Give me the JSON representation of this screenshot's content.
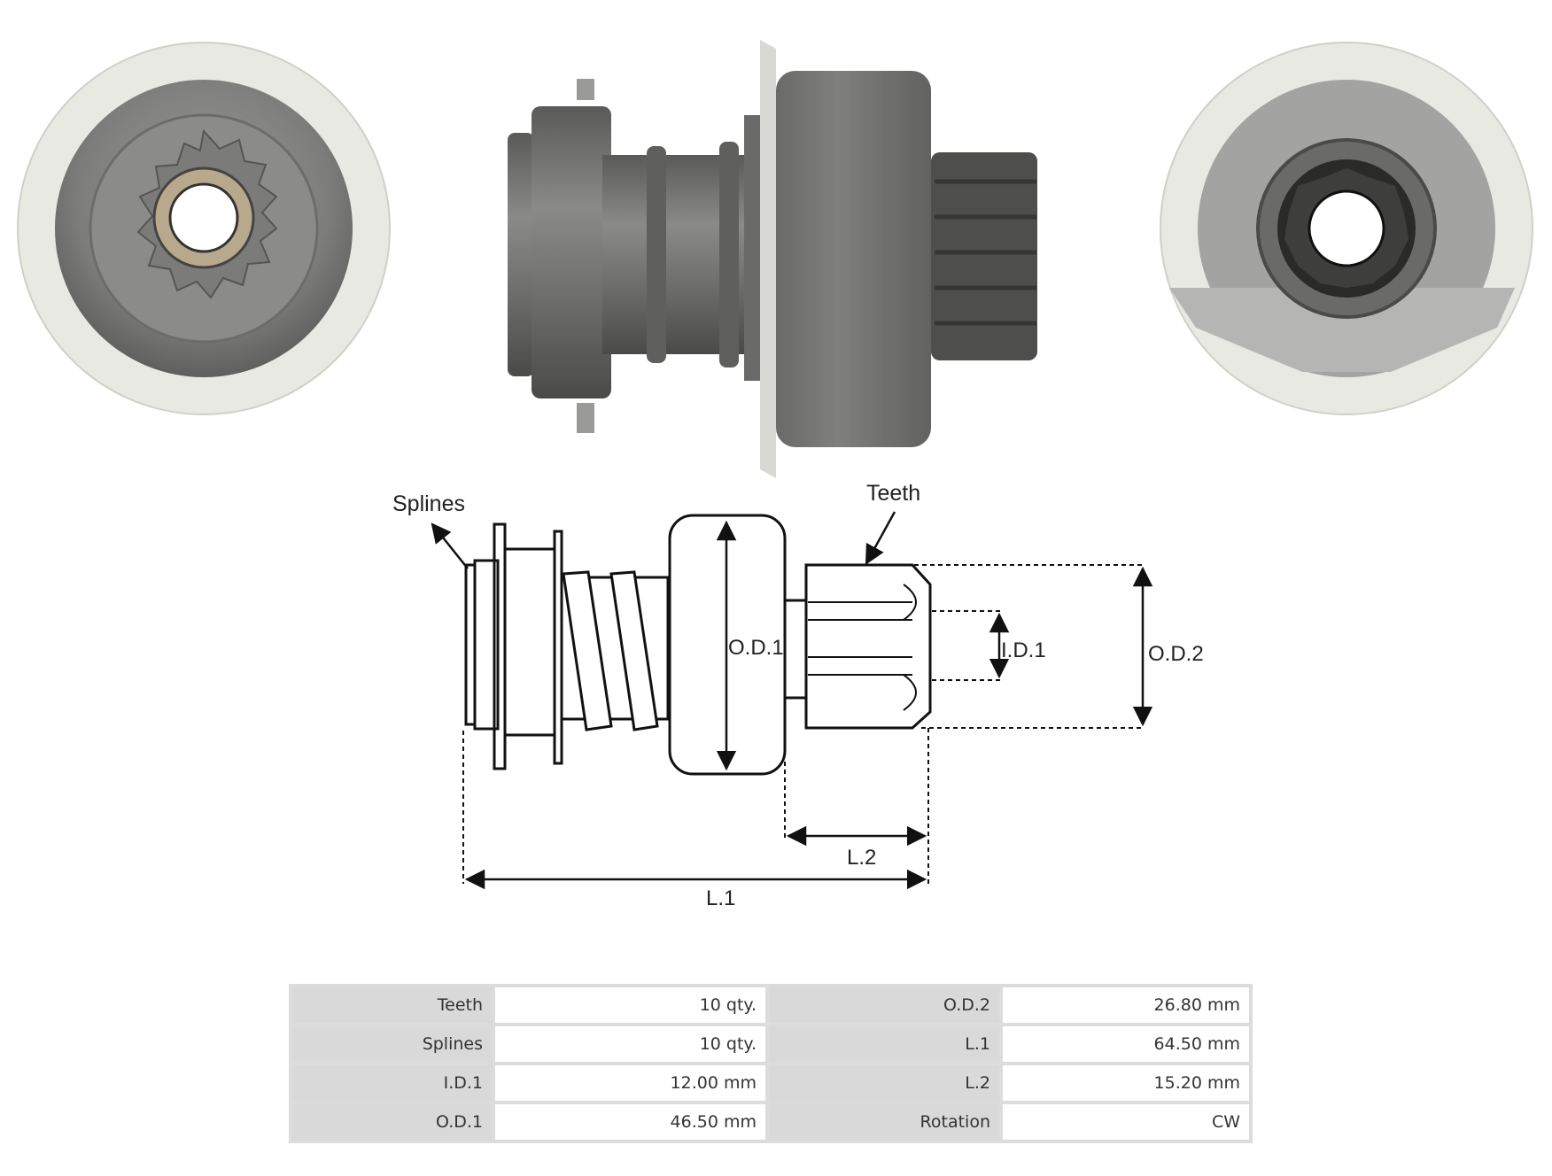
{
  "diagram": {
    "callouts": {
      "splines": "Splines",
      "teeth": "Teeth"
    },
    "dimensions": {
      "od1": "O.D.1",
      "id1": "I.D.1",
      "od2": "O.D.2",
      "l1": "L.1",
      "l2": "L.2"
    }
  },
  "specs": {
    "rows": [
      {
        "label_a": "Teeth",
        "value_a": "10 qty.",
        "label_b": "O.D.2",
        "value_b": "26.80 mm"
      },
      {
        "label_a": "Splines",
        "value_a": "10 qty.",
        "label_b": "L.1",
        "value_b": "64.50 mm"
      },
      {
        "label_a": "I.D.1",
        "value_a": "12.00 mm",
        "label_b": "L.2",
        "value_b": "15.20 mm"
      },
      {
        "label_a": "O.D.1",
        "value_a": "46.50 mm",
        "label_b": "Rotation",
        "value_b": "CW"
      }
    ]
  }
}
